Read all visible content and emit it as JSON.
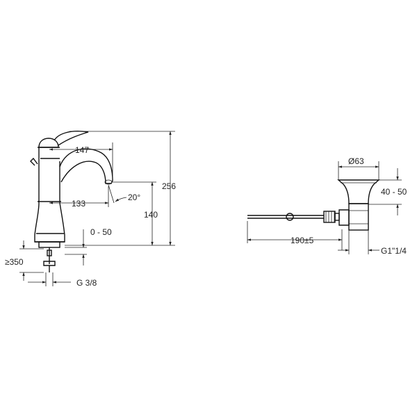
{
  "faucet": {
    "height": "256",
    "spout_reach": "147",
    "spout_height": "140",
    "centre_to_outlet": "133",
    "spout_angle": "20°",
    "deck_thickness": "0 - 50",
    "hose_length": "≥350",
    "connection": "G 3/8"
  },
  "waste": {
    "diameter": "Ø63",
    "height_range": "40 - 50",
    "rod_length": "190±5",
    "thread": "G1\"1/4"
  }
}
